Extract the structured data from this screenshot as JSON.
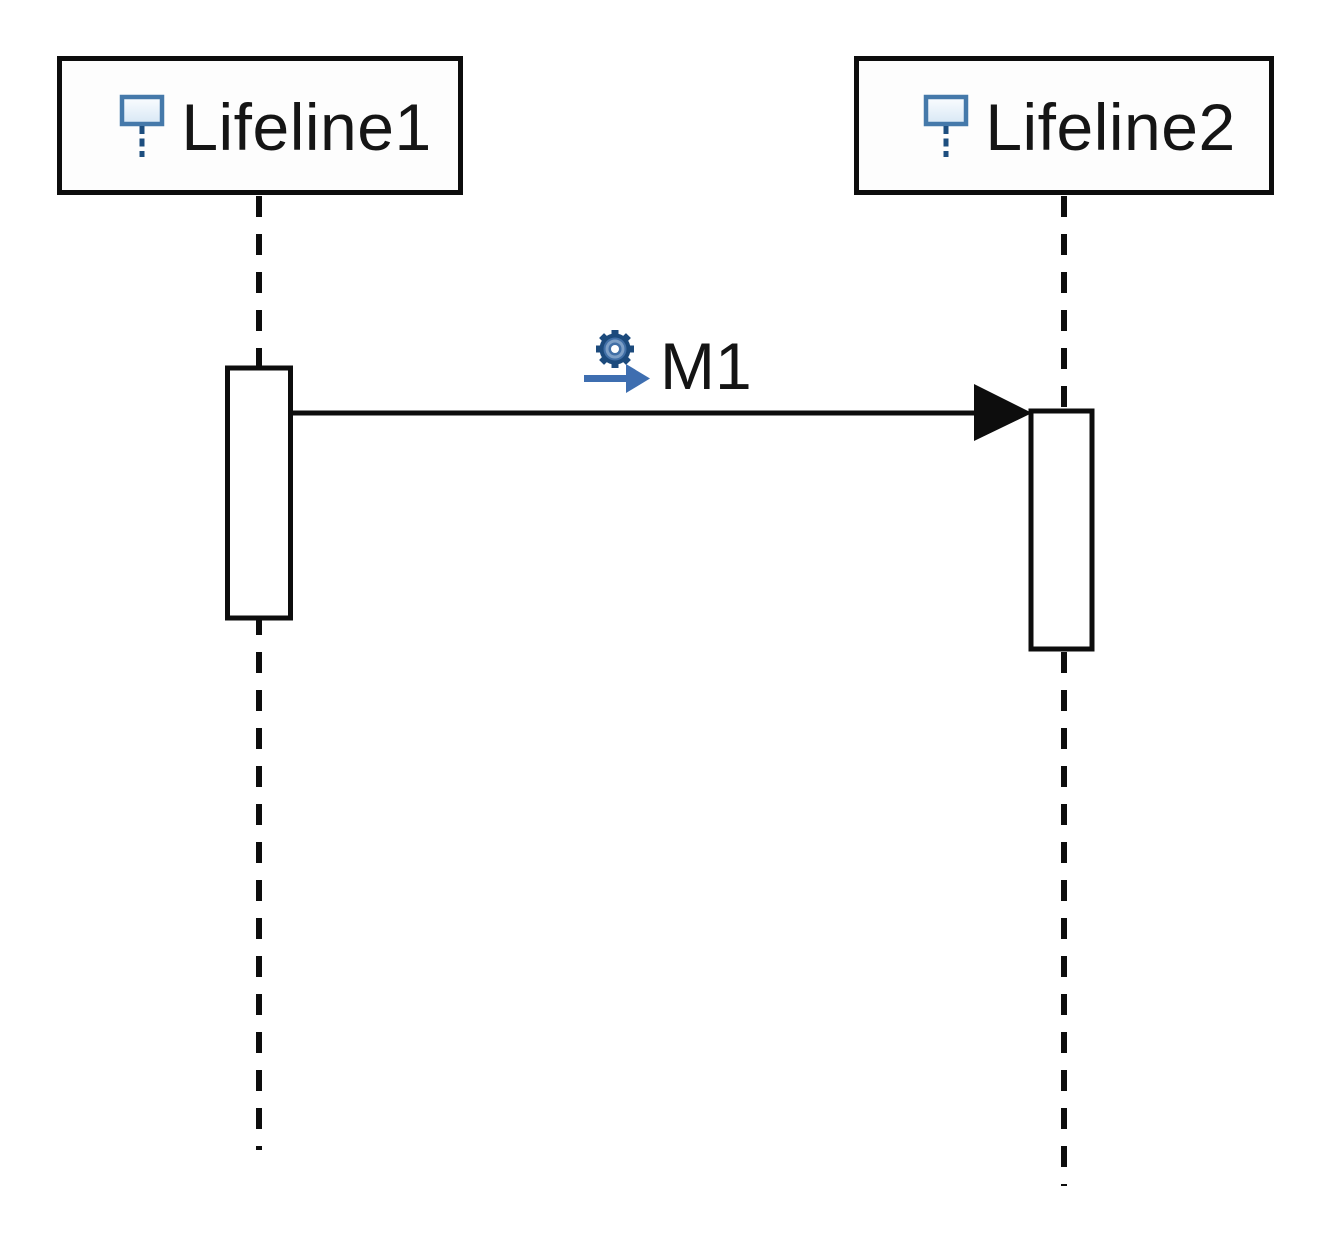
{
  "diagram": {
    "kind": "UML sequence diagram",
    "lifelines": [
      {
        "label": "Lifeline1",
        "icon": "lifeline-head-icon"
      },
      {
        "label": "Lifeline2",
        "icon": "lifeline-head-icon"
      }
    ],
    "messages": [
      {
        "label": "M1",
        "from": "Lifeline1",
        "to": "Lifeline2",
        "type": "synchronous call",
        "icon": "call-message-gear-arrow-icon"
      }
    ],
    "activations": [
      {
        "lifeline": "Lifeline1"
      },
      {
        "lifeline": "Lifeline2"
      }
    ],
    "colors": {
      "shape_stroke": "#0d0d0d",
      "shape_fill": "#ffffff",
      "head_icon_border_blue": "#4579aa",
      "head_icon_fill_top": "#fbfdff",
      "head_icon_fill_bottom": "#d7e7f5",
      "head_icon_stub_blue": "#1d4e7f",
      "gear_dark_blue": "#1c4a7c",
      "gear_body_blue": "#416fa6",
      "gear_ring_light_blue": "#7d9fc6",
      "arrow_blue": "#3e6eb0"
    }
  }
}
